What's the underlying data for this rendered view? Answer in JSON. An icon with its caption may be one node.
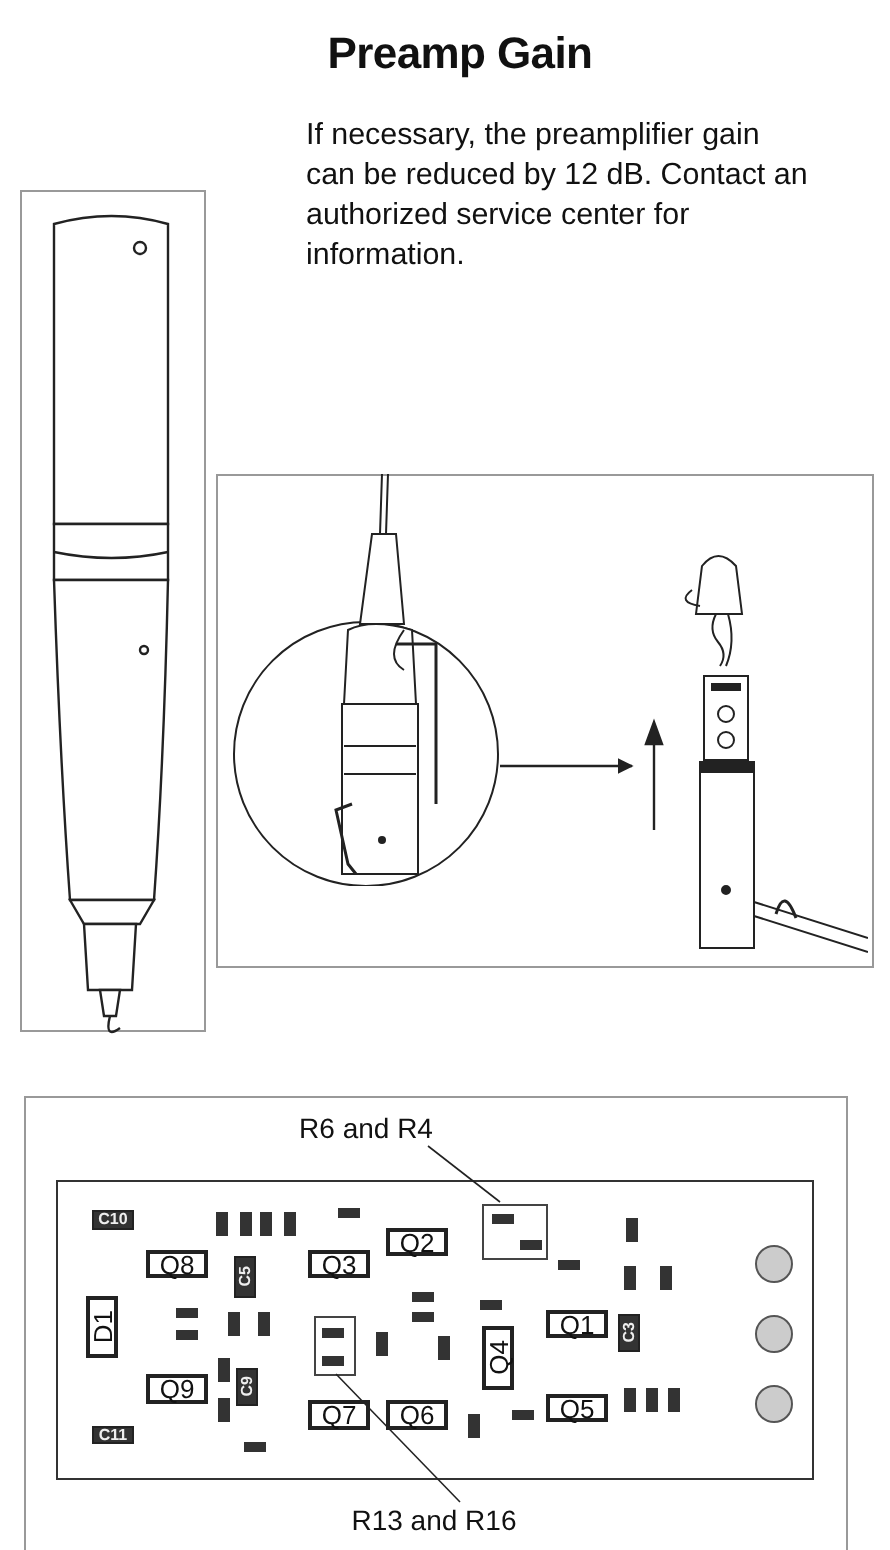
{
  "diagram": {
    "title": "Preamp Gain",
    "nodes": [
      {
        "text": [],
        "shape": "picture"
      },
      {
        "text": [],
        "shape": "picture"
      },
      {
        "text": [
          "R6 and R4"
        ]
      },
      {
        "text": [],
        "shape": "box"
      },
      {
        "text": [
          "C10"
        ],
        "in": 3
      },
      {
        "text": [],
        "shape": "box",
        "in": 3
      },
      {
        "text": [
          "Q8"
        ],
        "in": 3
      },
      {
        "text": [
          "C5"
        ],
        "in": 3
      },
      {
        "text": [
          "Q3"
        ],
        "in": 3
      },
      {
        "text": [
          "Q2"
        ],
        "in": 3
      },
      {
        "text": [
          "D1"
        ],
        "in": 3
      },
      {
        "text": [
          "Q1"
        ],
        "in": 3
      },
      {
        "text": [
          "C3"
        ],
        "in": 3
      },
      {
        "text": [],
        "shape": "box",
        "in": 3
      },
      {
        "text": [
          "Q4"
        ],
        "in": 3
      },
      {
        "text": [
          "Q9"
        ],
        "in": 3
      },
      {
        "text": [
          "C9"
        ],
        "in": 3
      },
      {
        "text": [
          "Q7"
        ],
        "in": 3
      },
      {
        "text": [
          "Q6"
        ],
        "in": 3
      },
      {
        "text": [
          "Q5"
        ],
        "in": 3
      },
      {
        "text": [
          "C11"
        ],
        "in": 3
      },
      {
        "text": [
          "R13 and R16"
        ]
      }
    ],
    "edges": [
      {
        "from": 0,
        "to": 1,
        "arrow": "to"
      },
      {
        "from": 2,
        "to": 5,
        "arrow": "none"
      },
      {
        "from": 21,
        "to": 13,
        "arrow": "none"
      }
    ],
    "labels": [
      "If necessary, the preamplifier gain can be reduced by 12 dB. Contact an authorized service center for information."
    ]
  }
}
